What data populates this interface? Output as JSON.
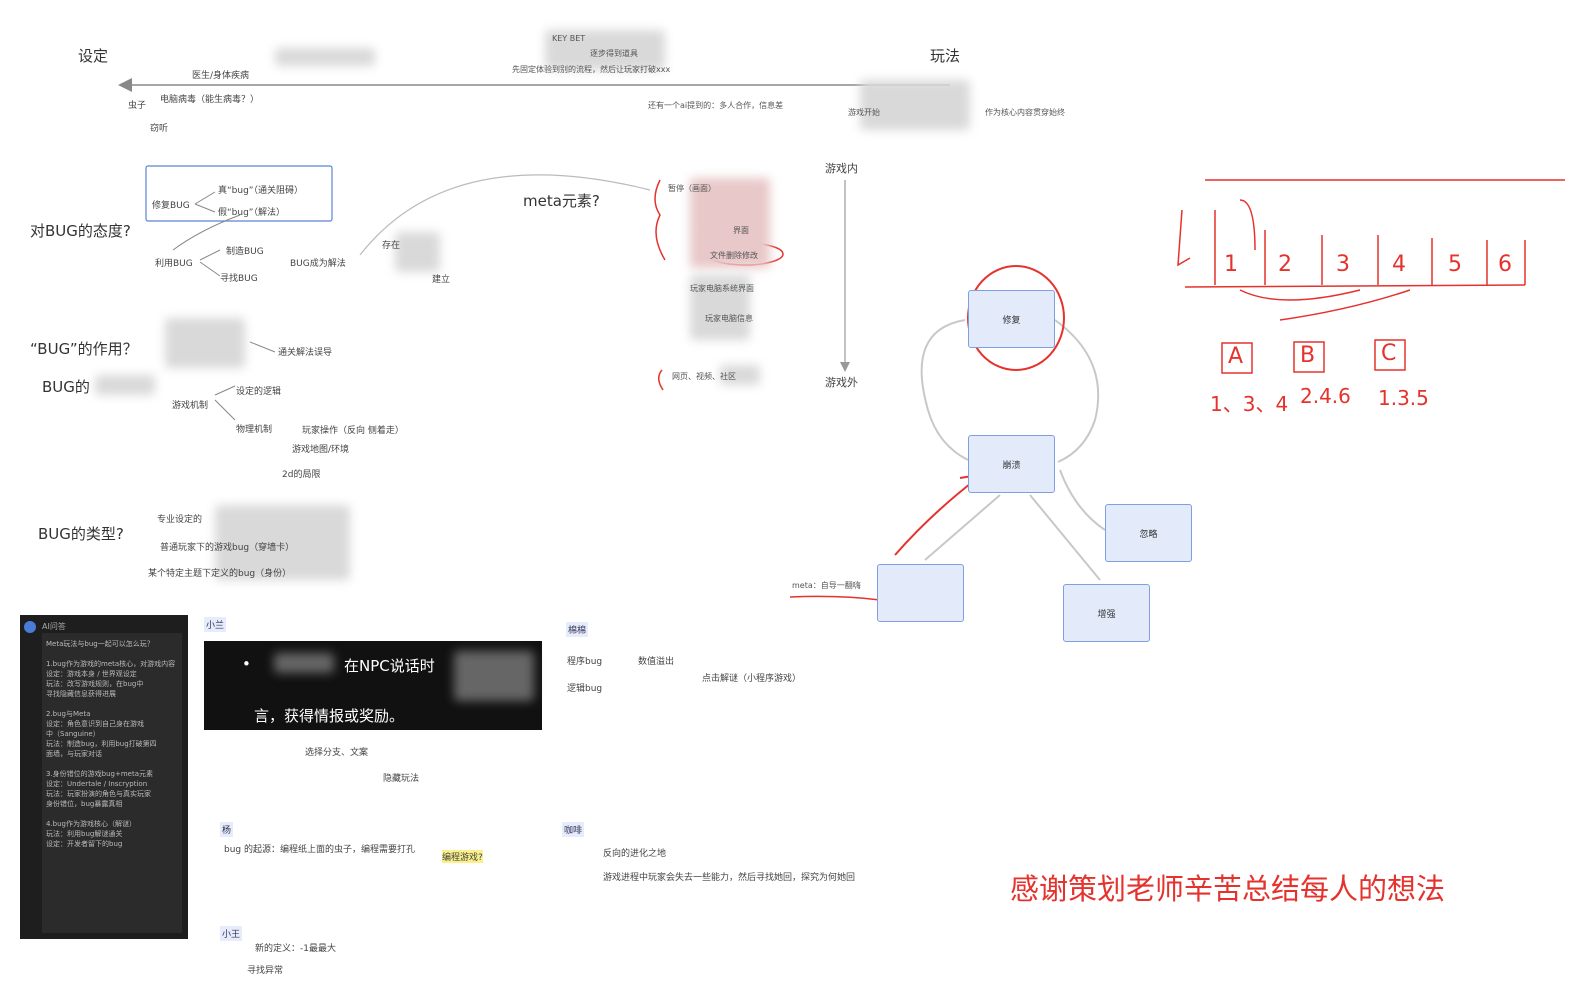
{
  "axis": {
    "left_label": "设定",
    "right_label": "玩法"
  },
  "top_items": {
    "doctor": "医生/身体疾病",
    "bug_insect": "虫子",
    "virus": "电脑病毒（能生病毒？）",
    "listen": "窃听",
    "flow": "先固定体验到别的流程，然后让玩家打破xxx",
    "flow_top": "KEY BET",
    "flow_top2": "逐步得到道具",
    "ai": "还有一个ai提到的：多人合作，信息差",
    "core": "游戏开始",
    "core2": "作为核心内容贯穿始终",
    "ingame": "游戏内",
    "outgame": "游戏外"
  },
  "attitude": {
    "title": "对BUG的态度?",
    "fix": "修复BUG",
    "true_bug": "真“bug”（通关阻碍）",
    "fake_bug": "假“bug”（解法）",
    "use": "利用BUG",
    "make": "制造BUG",
    "find": "寻找BUG",
    "as_solution": "BUG成为解法",
    "exist": "存在",
    "establish": "建立"
  },
  "meta": {
    "title": "meta元素?",
    "items": [
      "暂停（画面）",
      "界面",
      "文件删除修改",
      "玩家电脑系统界面",
      "玩家电脑信息"
    ],
    "outside": "网页、视频、社区"
  },
  "role": {
    "title": "“BUG”的作用？",
    "clear_error": "通关解法误导",
    "source_title": "BUG的",
    "mechanism": "游戏机制",
    "logic": "设定的逻辑",
    "physics": "物理机制",
    "operation": "玩家操作（反向 侧着走）",
    "map": "游戏地图/环境",
    "view2d": "2d的局限"
  },
  "types": {
    "title": "BUG的类型?",
    "t1": "专业设定的",
    "t2": "普通玩家下的游戏bug（穿墙卡）",
    "t3": "某个特定主题下定义的bug（身份）"
  },
  "cycle": {
    "fix": "修复",
    "crash": "崩溃",
    "ignore": "忽略",
    "grow": "增强",
    "meta_note": "meta：自导一翻嗨"
  },
  "handwriting": {
    "nums": [
      "1",
      "2",
      "3",
      "4",
      "5",
      "6"
    ],
    "letters": [
      "A",
      "B",
      "C"
    ],
    "combos": [
      "1、3、4",
      "2.4.6",
      "1.3.5"
    ]
  },
  "dark_panel": {
    "header": "AI问答",
    "lines": [
      "Meta玩法与bug一起可以怎么玩？",
      "",
      "1.bug作为游戏的meta核心，对游戏内容",
      "设定：游戏本身 / 世界观设定",
      "玩法：改写游戏规则，在bug中",
      "寻找隐藏信息获得进展",
      "",
      "2.bug与Meta",
      "设定：角色意识到自己身在游戏",
      "中（Sanguine）",
      "玩法：制造bug，利用bug打破第四",
      "面墙，与玩家对话",
      "",
      "3.身份错位的游戏bug+meta元素",
      "设定：Undertale / Inscryption",
      "玩法：玩家扮演的角色与真实玩家",
      "身份错位，bug暴露真相",
      "",
      "4.bug作为游戏核心（解谜）",
      "玩法：利用bug解谜通关",
      "设定：开发者留下的bug"
    ]
  },
  "xiaolan": {
    "name": "小兰",
    "slide_text": "在NPC说话时",
    "slide_text2": "言，获得情报或奖励。",
    "choices": "选择分支、文案",
    "hidden": "隐藏玩法"
  },
  "yang": {
    "name": "杨",
    "text": "bug 的起源：编程纸上面的虫子，编程需要打孔",
    "highlight": "编程游戏?"
  },
  "xiaowang": {
    "name": "小王",
    "new_def": "新的定义：-1最最大",
    "find_err": "寻找异常"
  },
  "mianmian": {
    "name": "棉棉",
    "program_bug": "程序bug",
    "value_overflow": "数值溢出",
    "logic_bug": "逻辑bug",
    "click_escape": "点击解谜（小程序游戏）"
  },
  "kafei": {
    "name": "咖啡",
    "reverse": "反向的进化之地",
    "lose_power": "游戏进程中玩家会失去一些能力，然后寻找她回，探究为何她回"
  },
  "thanks": "感谢策划老师辛苦总结每人的想法",
  "colors": {
    "accent_red": "#e5322d",
    "node_fill": "#e3ebfb",
    "node_border": "#7f9fe0"
  }
}
